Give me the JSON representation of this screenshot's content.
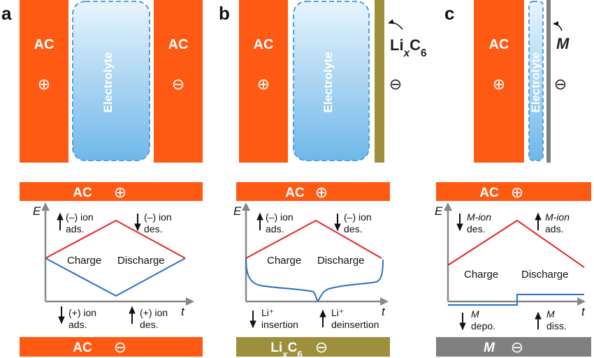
{
  "colors": {
    "electrode": "#ff5a14",
    "lithiated": "#9e8f3c",
    "metal": "#808080",
    "electrolyte_top": "#e8f4fc",
    "electrolyte_bottom": "#6fb8ea",
    "electrolyte_border": "#4f9fe0",
    "positive_curve": "#e8232a",
    "negative_curve": "#2a6fc8",
    "axis": "#888888"
  },
  "panels": [
    {
      "label": "a",
      "left_electrode": {
        "text": "AC",
        "sign": "⊕"
      },
      "electrolyte": "Electrolyte",
      "right_electrode": {
        "text": "AC",
        "sign": "⊖"
      },
      "top_bar": {
        "text": "AC",
        "sign": "⊕"
      },
      "bottom_bar": {
        "text": "AC",
        "sign": "⊖"
      },
      "ann_top_left": [
        "(–) ion",
        "ads."
      ],
      "ann_top_right": [
        "(–) ion",
        "des."
      ],
      "ann_bottom_left": [
        "(+) ion",
        "ads."
      ],
      "ann_bottom_right": [
        "(+) ion",
        "des."
      ],
      "region_left": "Charge",
      "region_right": "Discharge"
    },
    {
      "label": "b",
      "left_electrode": {
        "text": "AC",
        "sign": "⊕"
      },
      "electrolyte": "Electrolyte",
      "right_electrode": {
        "text": "LixC6",
        "sign": "⊖"
      },
      "top_bar": {
        "text": "AC",
        "sign": "⊕"
      },
      "bottom_bar": {
        "text": "LixC6",
        "sign": "⊖"
      },
      "ann_top_left": [
        "(–) ion",
        "ads."
      ],
      "ann_top_right": [
        "(–) ion",
        "des."
      ],
      "ann_bottom_left": [
        "Li⁺",
        "insertion"
      ],
      "ann_bottom_right": [
        "Li⁺",
        "deinsertion"
      ],
      "region_left": "Charge",
      "region_right": "Discharge"
    },
    {
      "label": "c",
      "left_electrode": {
        "text": "AC",
        "sign": "⊕"
      },
      "electrolyte": "Electrolyte",
      "right_electrode": {
        "text": "M",
        "sign": "⊖"
      },
      "top_bar": {
        "text": "AC",
        "sign": "⊕"
      },
      "bottom_bar": {
        "text": "M",
        "sign": "⊖"
      },
      "ann_top_left": [
        "M-ion",
        "des."
      ],
      "ann_top_right": [
        "M-ion",
        "ads."
      ],
      "ann_bottom_left": [
        "M",
        "depo."
      ],
      "ann_bottom_right": [
        "M",
        "diss."
      ],
      "region_left": "Charge",
      "region_right": "Discharge"
    }
  ],
  "axis": {
    "y": "E",
    "x": "t"
  }
}
